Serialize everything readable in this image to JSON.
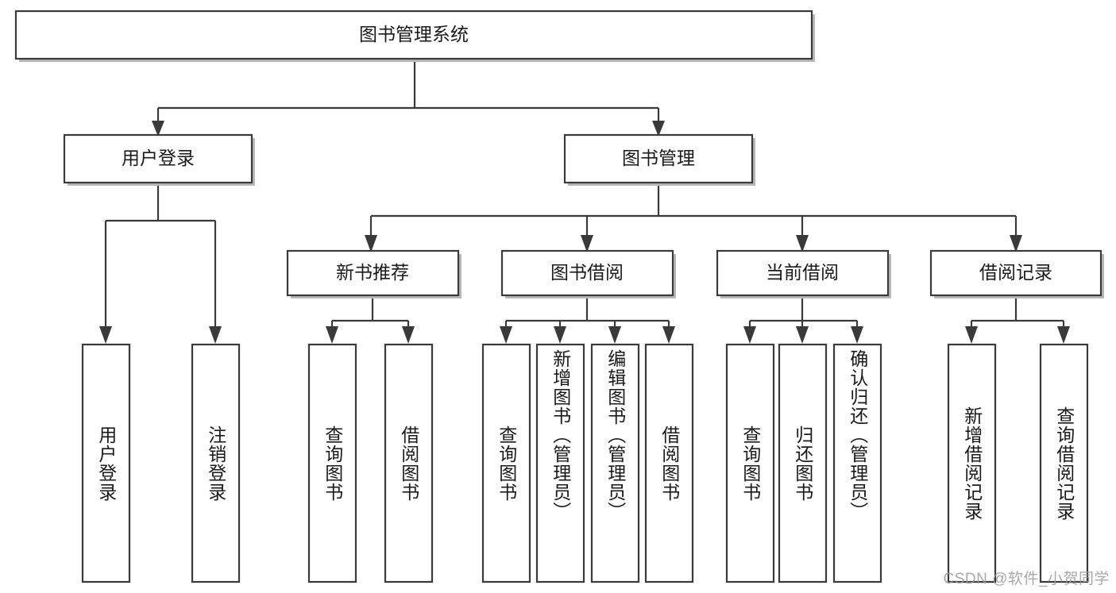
{
  "diagram": {
    "type": "tree-hierarchy",
    "title": "图书管理系统",
    "root": {
      "id": "root",
      "label": "图书管理系统"
    },
    "level2": [
      {
        "id": "user-login",
        "label": "用户登录"
      },
      {
        "id": "book-manage",
        "label": "图书管理"
      }
    ],
    "level3": [
      {
        "id": "new-book-rec",
        "label": "新书推荐",
        "parent": "book-manage"
      },
      {
        "id": "book-borrow",
        "label": "图书借阅",
        "parent": "book-manage"
      },
      {
        "id": "current-borrow",
        "label": "当前借阅",
        "parent": "book-manage"
      },
      {
        "id": "borrow-record",
        "label": "借阅记录",
        "parent": "book-manage"
      }
    ],
    "leaves": [
      {
        "id": "leaf-user-login",
        "label": "用户登录",
        "parent": "user-login"
      },
      {
        "id": "leaf-logout-login",
        "label": "注销登录",
        "parent": "user-login"
      },
      {
        "id": "leaf-query-book-1",
        "label": "查询图书",
        "parent": "new-book-rec"
      },
      {
        "id": "leaf-borrow-book-1",
        "label": "借阅图书",
        "parent": "new-book-rec"
      },
      {
        "id": "leaf-query-book-2",
        "label": "查询图书",
        "parent": "book-borrow"
      },
      {
        "id": "leaf-add-book",
        "label": "新增图书（管理员）",
        "parent": "book-borrow"
      },
      {
        "id": "leaf-edit-book",
        "label": "编辑图书（管理员）",
        "parent": "book-borrow"
      },
      {
        "id": "leaf-borrow-book-2",
        "label": "借阅图书",
        "parent": "book-borrow"
      },
      {
        "id": "leaf-query-book-3",
        "label": "查询图书",
        "parent": "current-borrow"
      },
      {
        "id": "leaf-return-book",
        "label": "归还图书",
        "parent": "current-borrow"
      },
      {
        "id": "leaf-confirm-return",
        "label": "确认归还（管理员）",
        "parent": "current-borrow"
      },
      {
        "id": "leaf-add-record",
        "label": "新增借阅记录",
        "parent": "borrow-record"
      },
      {
        "id": "leaf-query-record",
        "label": "查询借阅记录",
        "parent": "borrow-record"
      }
    ]
  },
  "watermark": {
    "text": "CSDN @软件_小贺同学"
  },
  "colors": {
    "box_stroke": "#3a3a3a",
    "box_fill": "#ffffff",
    "text": "#1a1a1a",
    "shadow": "#b8b8b8",
    "watermark": "#9a9a9a",
    "background": "#ffffff"
  }
}
